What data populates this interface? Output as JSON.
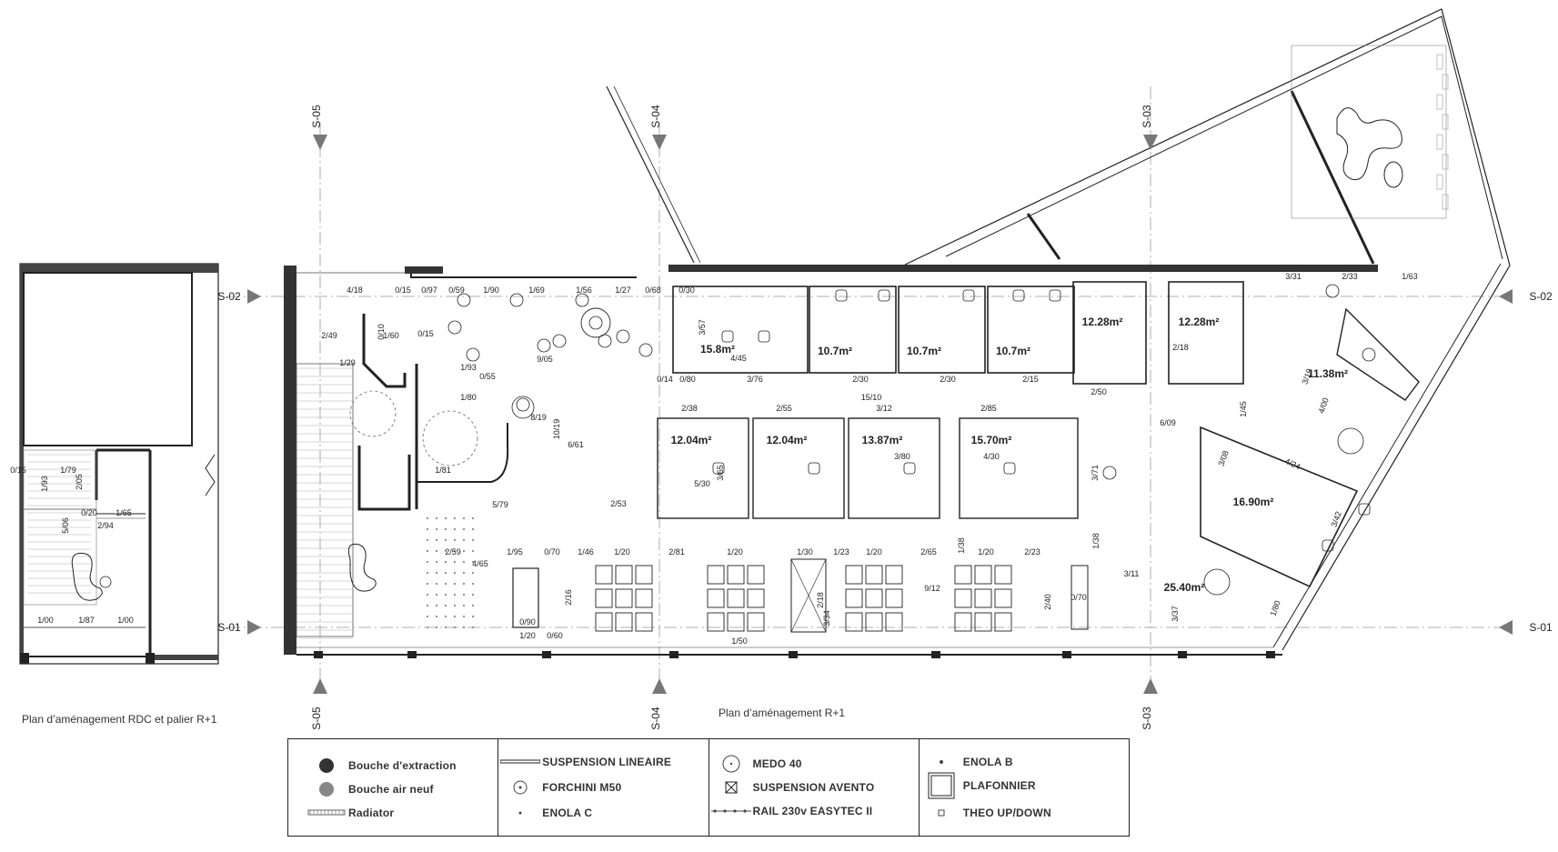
{
  "captions": {
    "left": "Plan d’aménagement RDC et palier R+1",
    "main": "Plan d’aménagement R+1"
  },
  "section_markers": {
    "top": [
      {
        "id": "s05t",
        "label": "S-05"
      },
      {
        "id": "s04t",
        "label": "S-04"
      },
      {
        "id": "s03t",
        "label": "S-03"
      }
    ],
    "bottom": [
      {
        "id": "s05b",
        "label": "S-05"
      },
      {
        "id": "s04b",
        "label": "S-04"
      },
      {
        "id": "s03b",
        "label": "S-03"
      }
    ],
    "left": [
      {
        "id": "s02l",
        "label": "S-02"
      },
      {
        "id": "s01l",
        "label": "S-01"
      }
    ],
    "right": [
      {
        "id": "s02r",
        "label": "S-02"
      },
      {
        "id": "s01r",
        "label": "S-01"
      }
    ]
  },
  "rooms": [
    {
      "id": "r1",
      "area": "15.8m²"
    },
    {
      "id": "r2",
      "area": "10.7m²"
    },
    {
      "id": "r3",
      "area": "10.7m²"
    },
    {
      "id": "r4",
      "area": "10.7m²"
    },
    {
      "id": "r5",
      "area": "12.28m²"
    },
    {
      "id": "r6",
      "area": "12.28m²"
    },
    {
      "id": "r7",
      "area": "11.38m²"
    },
    {
      "id": "r8",
      "area": "12.04m²"
    },
    {
      "id": "r9",
      "area": "12.04m²"
    },
    {
      "id": "r10",
      "area": "13.87m²"
    },
    {
      "id": "r11",
      "area": "15.70m²"
    },
    {
      "id": "r12",
      "area": "16.90m²"
    },
    {
      "id": "r13",
      "area": "25.40m²"
    }
  ],
  "dimensions": {
    "main": [
      {
        "id": "d1",
        "text": "4/18"
      },
      {
        "id": "d2",
        "text": "0/15"
      },
      {
        "id": "d3",
        "text": "0/97"
      },
      {
        "id": "d4",
        "text": "0/59"
      },
      {
        "id": "d5",
        "text": "1/90"
      },
      {
        "id": "d6",
        "text": "1/69"
      },
      {
        "id": "d7",
        "text": "1/56"
      },
      {
        "id": "d8",
        "text": "1/27"
      },
      {
        "id": "d9",
        "text": "0/68"
      },
      {
        "id": "d10",
        "text": "0/30"
      },
      {
        "id": "d11",
        "text": "2/49"
      },
      {
        "id": "d12",
        "text": "0/10"
      },
      {
        "id": "d13",
        "text": "1/60"
      },
      {
        "id": "d14",
        "text": "0/15"
      },
      {
        "id": "d15",
        "text": "1/29"
      },
      {
        "id": "d16",
        "text": "1/93"
      },
      {
        "id": "d17",
        "text": "0/55"
      },
      {
        "id": "d18",
        "text": "1/80"
      },
      {
        "id": "d19",
        "text": "9/05"
      },
      {
        "id": "d20",
        "text": "8/19"
      },
      {
        "id": "d21",
        "text": "10/19"
      },
      {
        "id": "d22",
        "text": "1/81"
      },
      {
        "id": "d23",
        "text": "5/79"
      },
      {
        "id": "d24",
        "text": "2/53"
      },
      {
        "id": "d25",
        "text": "6/61"
      },
      {
        "id": "d26",
        "text": "3/57"
      },
      {
        "id": "d27",
        "text": "4/45"
      },
      {
        "id": "d28",
        "text": "3/76"
      },
      {
        "id": "d29",
        "text": "2/30"
      },
      {
        "id": "d30",
        "text": "2/30"
      },
      {
        "id": "d31",
        "text": "2/15"
      },
      {
        "id": "d32",
        "text": "15/10"
      },
      {
        "id": "d33",
        "text": "2/38"
      },
      {
        "id": "d34",
        "text": "2/55"
      },
      {
        "id": "d35",
        "text": "3/12"
      },
      {
        "id": "d36",
        "text": "2/85"
      },
      {
        "id": "d37",
        "text": "3/80"
      },
      {
        "id": "d38",
        "text": "4/30"
      },
      {
        "id": "d39",
        "text": "5/30"
      },
      {
        "id": "d40",
        "text": "3/65"
      },
      {
        "id": "d41",
        "text": "1/95"
      },
      {
        "id": "d42",
        "text": "0/70"
      },
      {
        "id": "d43",
        "text": "1/46"
      },
      {
        "id": "d44",
        "text": "1/20"
      },
      {
        "id": "d45",
        "text": "2/81"
      },
      {
        "id": "d46",
        "text": "1/20"
      },
      {
        "id": "d47",
        "text": "1/30"
      },
      {
        "id": "d48",
        "text": "1/23"
      },
      {
        "id": "d49",
        "text": "1/20"
      },
      {
        "id": "d50",
        "text": "2/65"
      },
      {
        "id": "d51",
        "text": "1/38"
      },
      {
        "id": "d52",
        "text": "1/20"
      },
      {
        "id": "d53",
        "text": "2/23"
      },
      {
        "id": "d54",
        "text": "9/12"
      },
      {
        "id": "d55",
        "text": "2/40"
      },
      {
        "id": "d56",
        "text": "1/50"
      },
      {
        "id": "d57",
        "text": "2/59"
      },
      {
        "id": "d58",
        "text": "4/65"
      },
      {
        "id": "d59",
        "text": "2/16"
      },
      {
        "id": "d60",
        "text": "0/90"
      },
      {
        "id": "d61",
        "text": "1/20"
      },
      {
        "id": "d62",
        "text": "0/60"
      },
      {
        "id": "d63",
        "text": "3/34"
      },
      {
        "id": "d64",
        "text": "2/18"
      },
      {
        "id": "d65",
        "text": "3/11"
      },
      {
        "id": "d66",
        "text": "0/70"
      },
      {
        "id": "d67",
        "text": "3/37"
      },
      {
        "id": "d68",
        "text": "3/08"
      },
      {
        "id": "d69",
        "text": "4/24"
      },
      {
        "id": "d70",
        "text": "3/42"
      },
      {
        "id": "d71",
        "text": "3/10"
      },
      {
        "id": "d72",
        "text": "4/00"
      },
      {
        "id": "d73",
        "text": "6/09"
      },
      {
        "id": "d74",
        "text": "1/45"
      },
      {
        "id": "d75",
        "text": "2/50"
      },
      {
        "id": "d76",
        "text": "2/18"
      },
      {
        "id": "d77",
        "text": "3/31"
      },
      {
        "id": "d78",
        "text": "2/33"
      },
      {
        "id": "d79",
        "text": "1/63"
      },
      {
        "id": "d80",
        "text": "3/71"
      },
      {
        "id": "d81",
        "text": "1/38"
      },
      {
        "id": "d82",
        "text": "1/80"
      },
      {
        "id": "d83",
        "text": "0/14"
      },
      {
        "id": "d84",
        "text": "0/80"
      }
    ],
    "left": [
      {
        "id": "l1",
        "text": "1/93"
      },
      {
        "id": "l2",
        "text": "2/05"
      },
      {
        "id": "l3",
        "text": "0/20"
      },
      {
        "id": "l4",
        "text": "1/65"
      },
      {
        "id": "l5",
        "text": "2/94"
      },
      {
        "id": "l6",
        "text": "5/06"
      },
      {
        "id": "l7",
        "text": "1/00"
      },
      {
        "id": "l8",
        "text": "1/87"
      },
      {
        "id": "l9",
        "text": "1/00"
      },
      {
        "id": "l10",
        "text": "0/15"
      },
      {
        "id": "l11",
        "text": "1/79"
      }
    ]
  },
  "legend": {
    "columns": [
      [
        {
          "id": "bouche_extraction",
          "icon": "filled-dark-circle-icon",
          "label": "Bouche d'extraction",
          "style": "normal"
        },
        {
          "id": "bouche_air_neuf",
          "icon": "filled-grey-circle-icon",
          "label": "Bouche air neuf",
          "style": "normal"
        },
        {
          "id": "radiator",
          "icon": "radiator-icon",
          "label": "Radiator",
          "style": "normal"
        }
      ],
      [
        {
          "id": "suspension_lineaire",
          "icon": "linear-suspension-icon",
          "label": "SUSPENSION LINEAIRE",
          "style": "caps"
        },
        {
          "id": "forchini",
          "icon": "forchini-icon",
          "label": "FORCHINI M50",
          "style": "caps"
        },
        {
          "id": "enola_c",
          "icon": "enola-c-icon",
          "label": "ENOLA C",
          "style": "caps"
        }
      ],
      [
        {
          "id": "medo",
          "icon": "medo-icon",
          "label": "MEDO 40",
          "style": "caps"
        },
        {
          "id": "avento",
          "icon": "avento-icon",
          "label": "SUSPENSION AVENTO",
          "style": "caps"
        },
        {
          "id": "rail",
          "icon": "rail-icon",
          "label": "RAIL 230v EASYTEC II",
          "style": "caps"
        }
      ],
      [
        {
          "id": "enola_b",
          "icon": "enola-b-icon",
          "label": "ENOLA B",
          "style": "caps"
        },
        {
          "id": "plafonnier",
          "icon": "plafonnier-icon",
          "label": "PLAFONNIER",
          "style": "caps"
        },
        {
          "id": "theo",
          "icon": "theo-icon",
          "label": "THEO UP/DOWN",
          "style": "caps"
        }
      ]
    ]
  }
}
